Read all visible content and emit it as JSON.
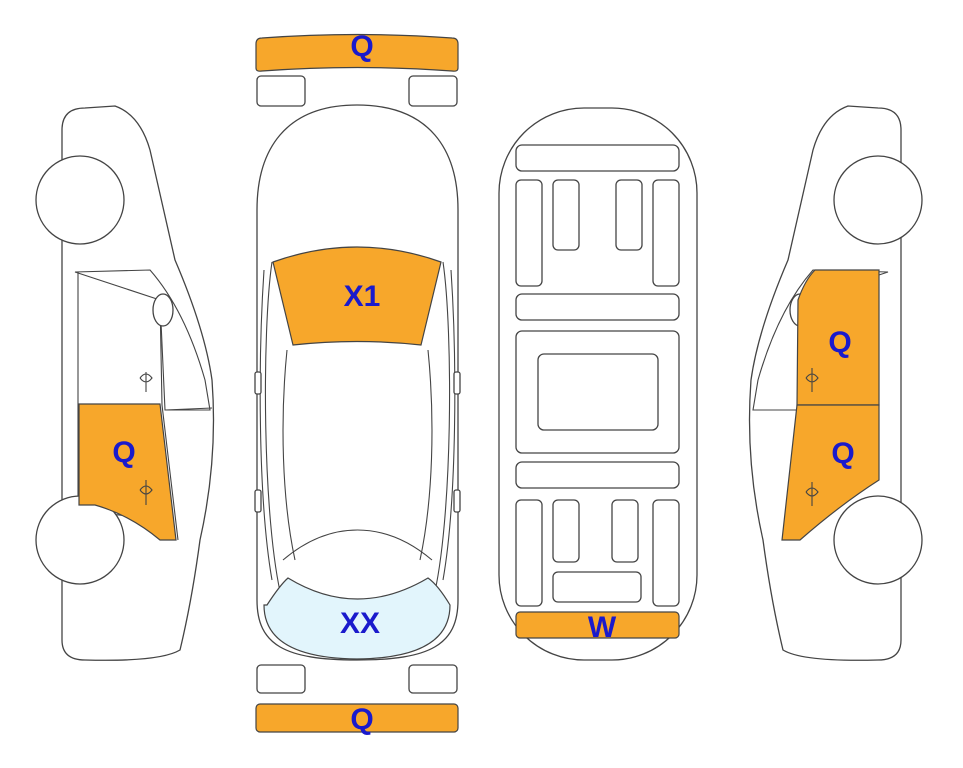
{
  "colors": {
    "damage": "#f7a72b",
    "light_damage": "#e2f5fc",
    "label": "#1a1acc"
  },
  "labels": {
    "front_bumper": "Q",
    "windshield": "X1",
    "rear_window": "XX",
    "left_rear_door": "Q",
    "right_front_door": "Q",
    "right_rear_door": "Q",
    "underbody_rear": "W",
    "rear_bumper": "Q"
  }
}
